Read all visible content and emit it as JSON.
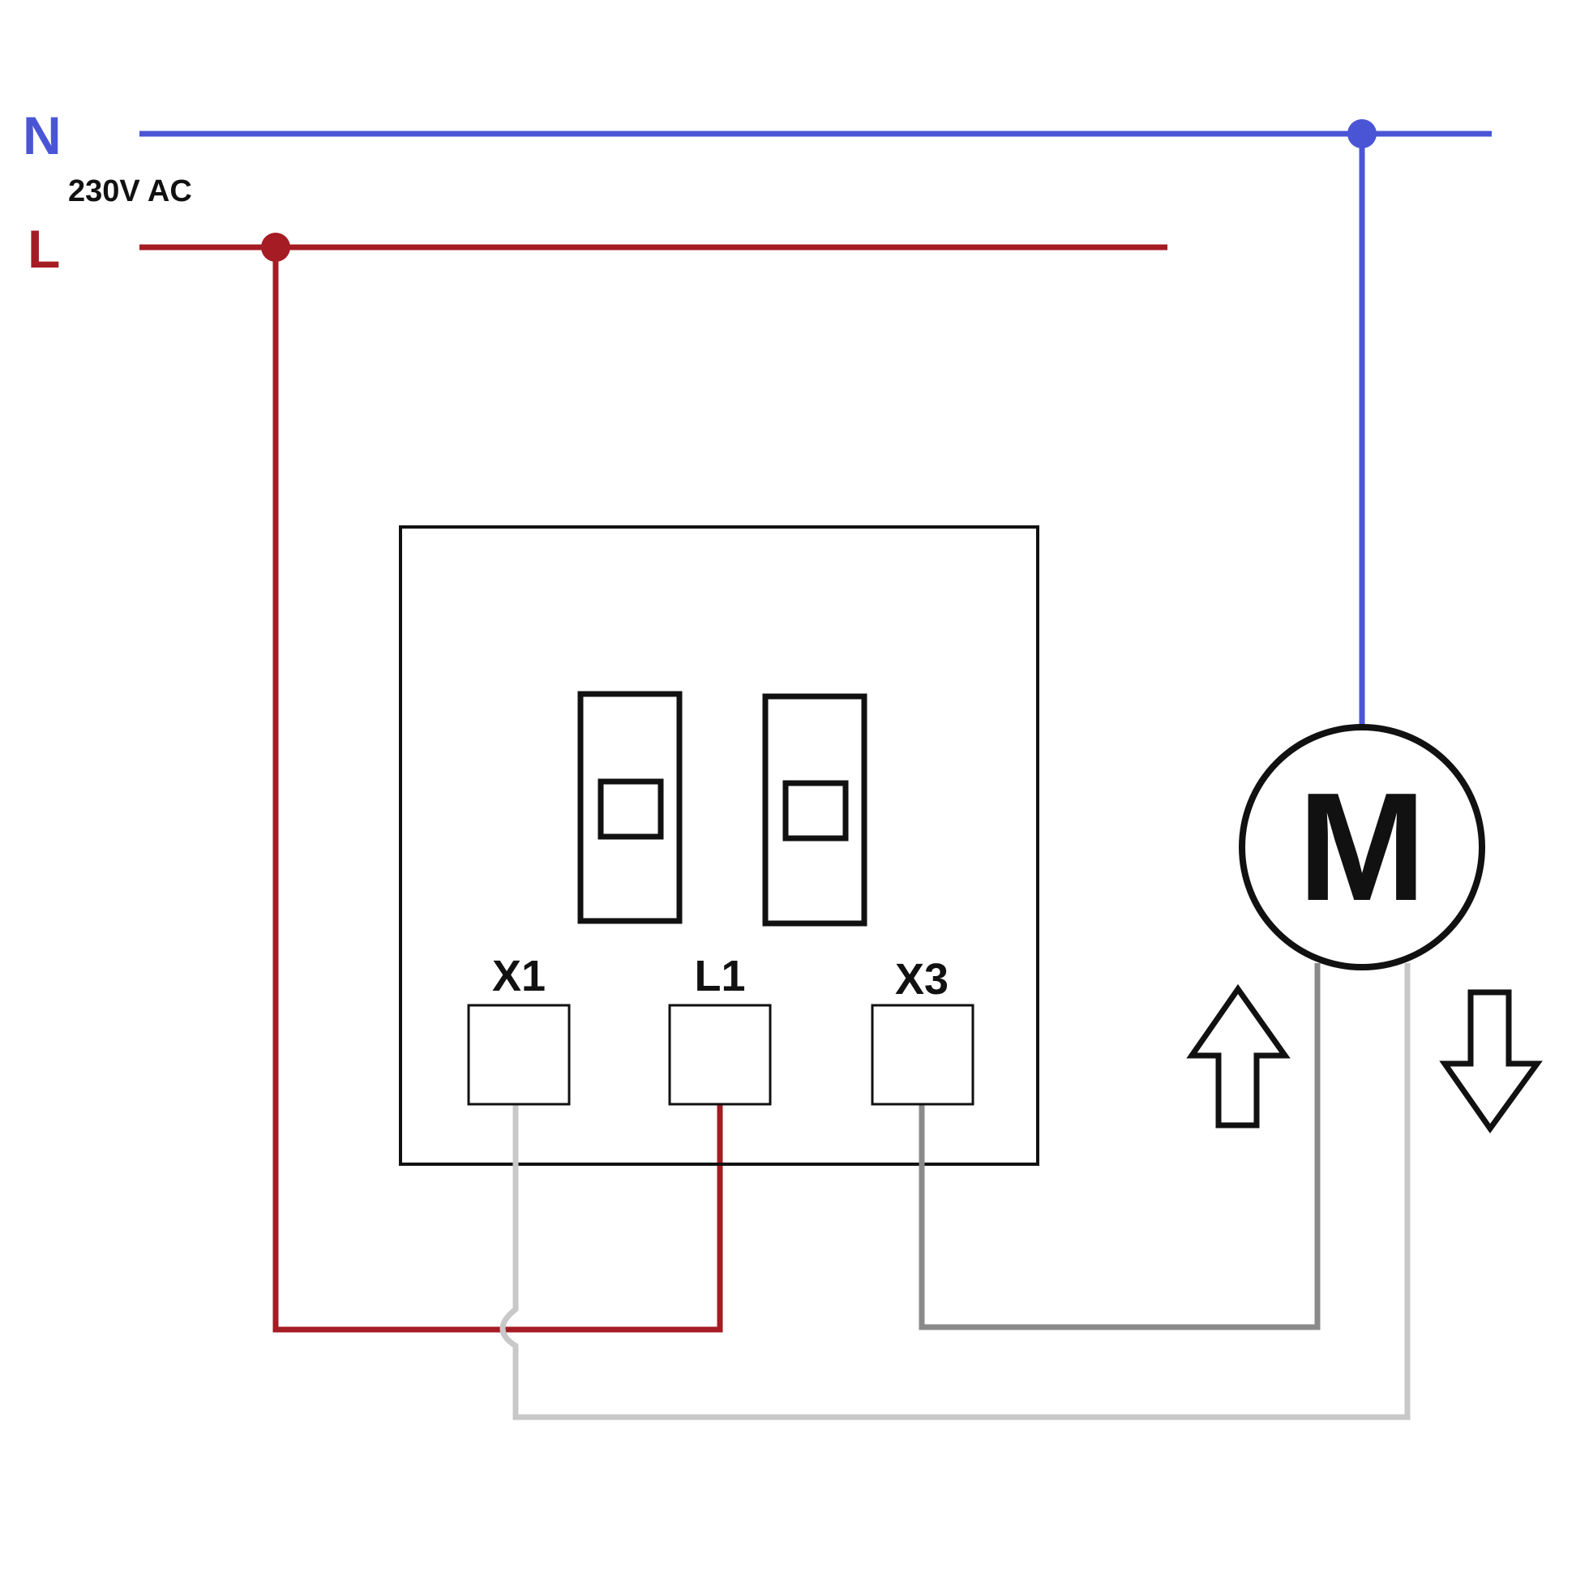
{
  "supply": {
    "neutral_label": "N",
    "live_label": "L",
    "voltage_label": "230V AC"
  },
  "switch": {
    "terminals": {
      "x1": "X1",
      "l1": "L1",
      "x3": "X3"
    }
  },
  "motor": {
    "label": "M"
  },
  "arrows": {
    "up": "arrow-up-icon",
    "down": "arrow-down-icon"
  },
  "colors": {
    "neutral": "#4a55d6",
    "live": "#a51c24",
    "wire_dark_grey": "#8a8a8a",
    "wire_light_grey": "#c8c8c8",
    "outline": "#111111"
  }
}
